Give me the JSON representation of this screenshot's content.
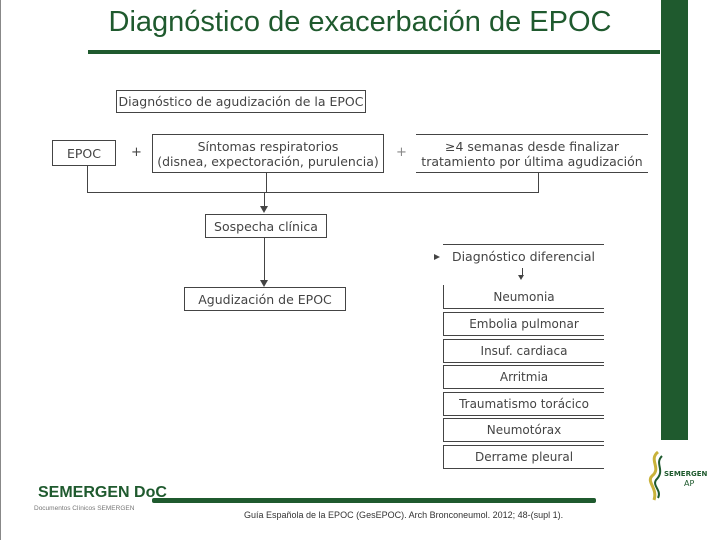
{
  "header": {
    "title": "Diagnóstico de exacerbación de EPOC"
  },
  "flowchart": {
    "heading": "Diagnóstico de agudización de la EPOC",
    "epoc": "EPOC",
    "plus": "+",
    "symptoms_line1": "Síntomas respiratorios",
    "symptoms_line2": "(disnea, expectoración, purulencia)",
    "weeks_line1": "≥4 semanas desde finalizar",
    "weeks_line2": "tratamiento por última agudización",
    "suspicion": "Sospecha clínica",
    "exacerbation": "Agudización de EPOC",
    "differential_heading": "Diagnóstico diferencial",
    "differential_items": [
      "Neumonia",
      "Embolia pulmonar",
      "Insuf. cardiaca",
      "Arritmia",
      "Traumatismo torácico",
      "Neumotórax",
      "Derrame pleural"
    ]
  },
  "footer": {
    "brand": "SEMERGEN DoC",
    "brand_subtitle": "Documentos Clínicos SEMERGEN",
    "citation": "Guía Española de la EPOC (GesEPOC). Arch Bronconeumol. 2012; 48-(supl 1).",
    "logo_text": "SEMERGEN AP"
  },
  "colors": {
    "brand_green": "#1f5a2e"
  }
}
